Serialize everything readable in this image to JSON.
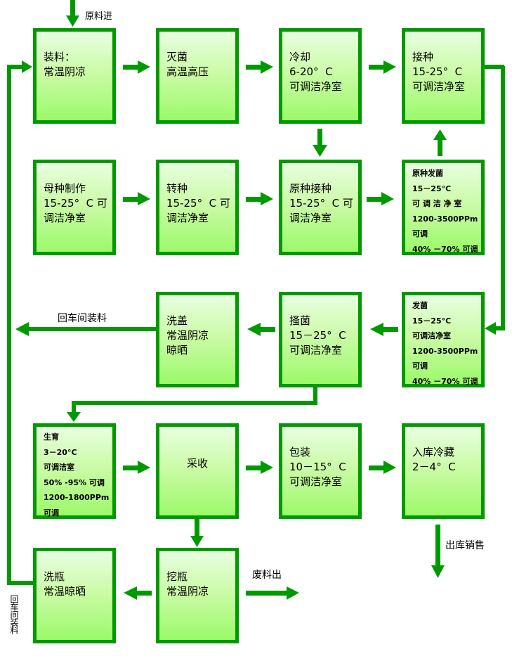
{
  "diagram": {
    "colors": {
      "line": "#009a00",
      "box_border": "#009a00",
      "box_top": "#e8ffe0",
      "box_bottom": "#9cf96a"
    },
    "nodes": {
      "loading": {
        "title": "装料：",
        "lines": [
          "常温阴凉"
        ]
      },
      "sterilize": {
        "title": "灭菌",
        "lines": [
          "高温高压"
        ]
      },
      "cooling": {
        "title": "冷却",
        "lines": [
          "6-20°  C",
          "可调洁净室"
        ]
      },
      "inoculate": {
        "title": "接种",
        "lines": [
          "15-25°  C",
          "可调洁净室"
        ]
      },
      "mother_spawn": {
        "title": "母种制作",
        "lines": [
          "15-25°  C 可",
          "调洁净室"
        ]
      },
      "transfer": {
        "title": "转种",
        "lines": [
          "15-25°  C 可",
          "调洁净室"
        ]
      },
      "orig_inoculate": {
        "title": "原种接种",
        "lines": [
          "15-25°  C 可",
          "调洁净室"
        ]
      },
      "orig_spawn_run": {
        "title": "原种发菌",
        "lines": [
          "15－25°C",
          "可 调 洁 净 室",
          "1200-3500PPm",
          "可调",
          "40% －70% 可调"
        ]
      },
      "wash_lid": {
        "title": "洗盖",
        "lines": [
          "常温阴凉",
          "晾晒"
        ]
      },
      "scratch": {
        "title": "搔菌",
        "lines": [
          "15－25°  C",
          "可调洁净室"
        ]
      },
      "spawn_run": {
        "title": "发菌",
        "lines": [
          "15－25°C",
          "可调洁净室",
          "1200-3500PPm",
          "可调",
          "40% －70% 可调"
        ]
      },
      "growth": {
        "title": "生育",
        "lines": [
          "3－20°C",
          "可调洁室",
          "50% -95% 可调",
          "1200-1800PPm",
          "可调"
        ]
      },
      "harvest": {
        "title": "采收",
        "lines": []
      },
      "packing": {
        "title": "包装",
        "lines": [
          "10－15°  C",
          "可调洁净室"
        ]
      },
      "cold_storage": {
        "title": "入库冷藏",
        "lines": [
          "2－4°  C"
        ]
      },
      "wash_bottle": {
        "title": "洗瓶",
        "lines": [
          "常温晾晒"
        ]
      },
      "dig_bottle": {
        "title": "挖瓶",
        "lines": [
          "常温阴凉"
        ]
      }
    },
    "labels": {
      "raw_in": "原料进",
      "return_loading_h": "回车间装料",
      "return_loading_v": "回车间装料",
      "waste_out": "废料出",
      "ship_out": "出库销售"
    }
  }
}
